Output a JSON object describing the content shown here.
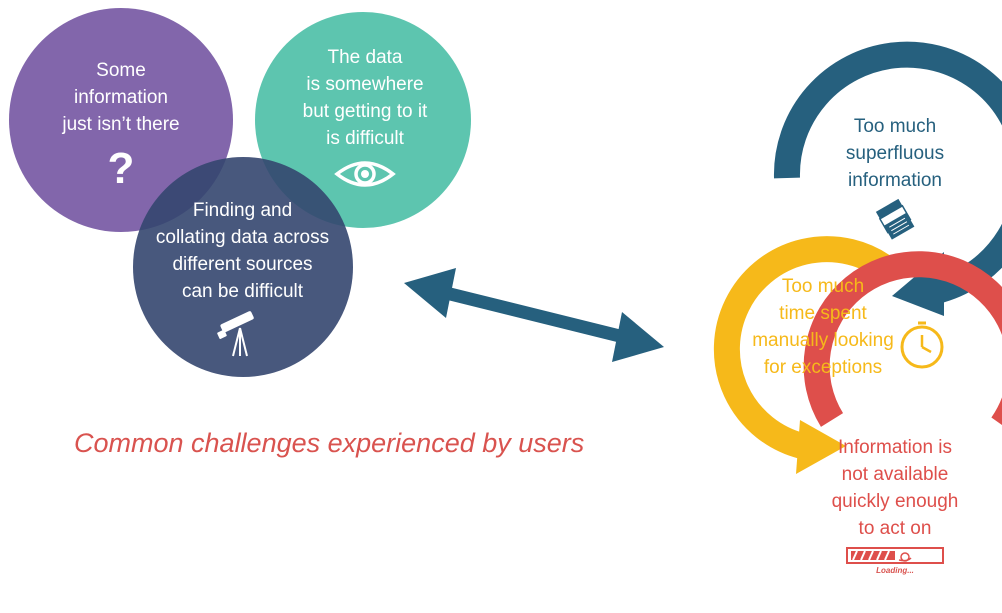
{
  "caption": "Common challenges experienced by users",
  "circles": {
    "missing": {
      "label": "Some\ninformation\njust isn’t there",
      "icon": "question-mark-icon",
      "glyph": "?",
      "color": "#7b5ea7"
    },
    "access": {
      "label": "The data\nis somewhere\nbut getting to it\nis difficult",
      "icon": "eye-icon",
      "color": "#4fc0a8"
    },
    "collating": {
      "label": "Finding and\ncollating data across\ndifferent sources\ncan be difficult",
      "icon": "telescope-icon",
      "color": "#3d4f7d"
    }
  },
  "cycle": {
    "superfluous": {
      "label": "Too much\nsuperfluous\ninformation",
      "icon": "document-stack-icon",
      "color": "#26607e"
    },
    "manual": {
      "label": "Too much\ntime spent\nmanually looking\nfor exceptions",
      "icon": "clock-icon",
      "color": "#f6b91a"
    },
    "speed": {
      "label": "Information is\nnot available\nquickly enough\nto act on",
      "icon": "loading-bar-icon",
      "loading_text": "Loading...",
      "color": "#de4f4b"
    }
  },
  "connector": {
    "icon": "double-arrow-icon",
    "color": "#26607e"
  }
}
